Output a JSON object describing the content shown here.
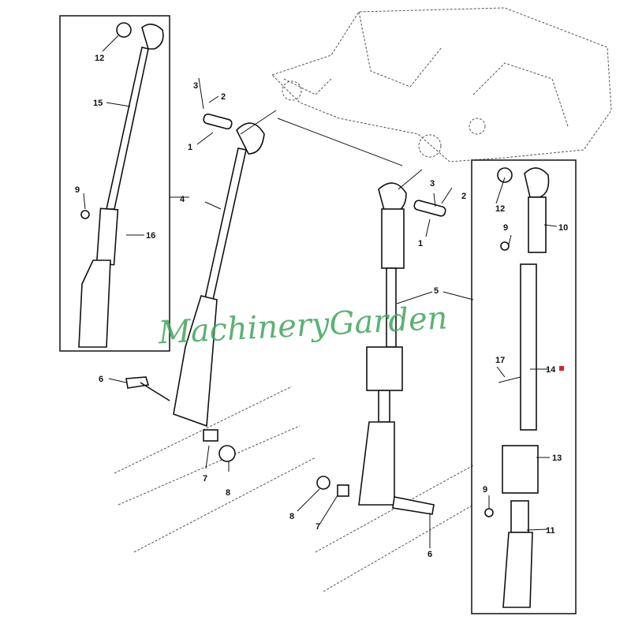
{
  "watermark": "MachineryGarden",
  "marker_color": "#e02020",
  "callouts": {
    "left_box": [
      "12",
      "15",
      "9",
      "16"
    ],
    "left_link": [
      "3",
      "2",
      "1",
      "4",
      "6",
      "7",
      "8"
    ],
    "right_link": [
      "3",
      "2",
      "1",
      "5",
      "8",
      "7",
      "6"
    ],
    "right_box": [
      "12",
      "10",
      "9",
      "17",
      "14",
      "13",
      "9",
      "11"
    ]
  }
}
